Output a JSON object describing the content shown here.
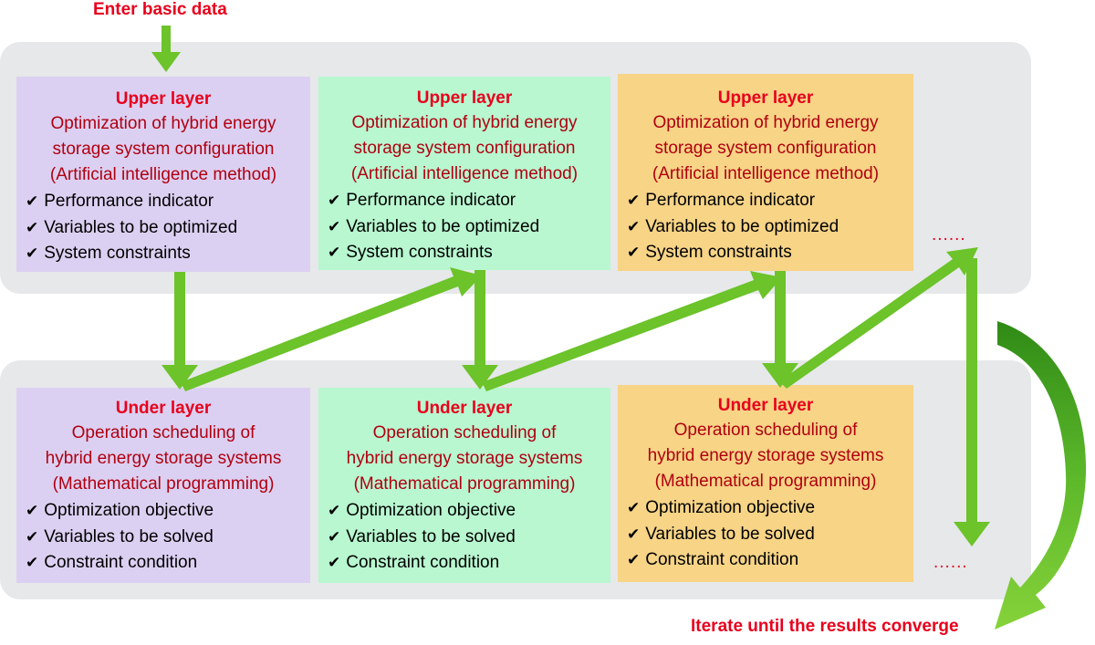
{
  "start_label": "Enter basic data",
  "end_label": "Iterate until the results converge",
  "continuation": "......",
  "colors": {
    "title": "#e8001c",
    "description": "#b00010",
    "arrow": "#6cc32a",
    "band": "#e6e8ea",
    "purple_box": "#dcd0f2",
    "green_box": "#b8f7d0",
    "orange_box": "#f7d486"
  },
  "upper_layer": {
    "title": "Upper layer",
    "description": [
      "Optimization of hybrid energy",
      "storage system configuration",
      "(Artificial intelligence method)"
    ],
    "items": [
      "Performance indicator",
      "Variables to be optimized",
      "System constraints"
    ]
  },
  "under_layer": {
    "title": "Under layer",
    "description": [
      "Operation scheduling of",
      "hybrid energy storage systems",
      "(Mathematical programming)"
    ],
    "items": [
      "Optimization objective",
      "Variables to be solved",
      "Constraint condition"
    ]
  },
  "check_icon": "check-mark-icon"
}
